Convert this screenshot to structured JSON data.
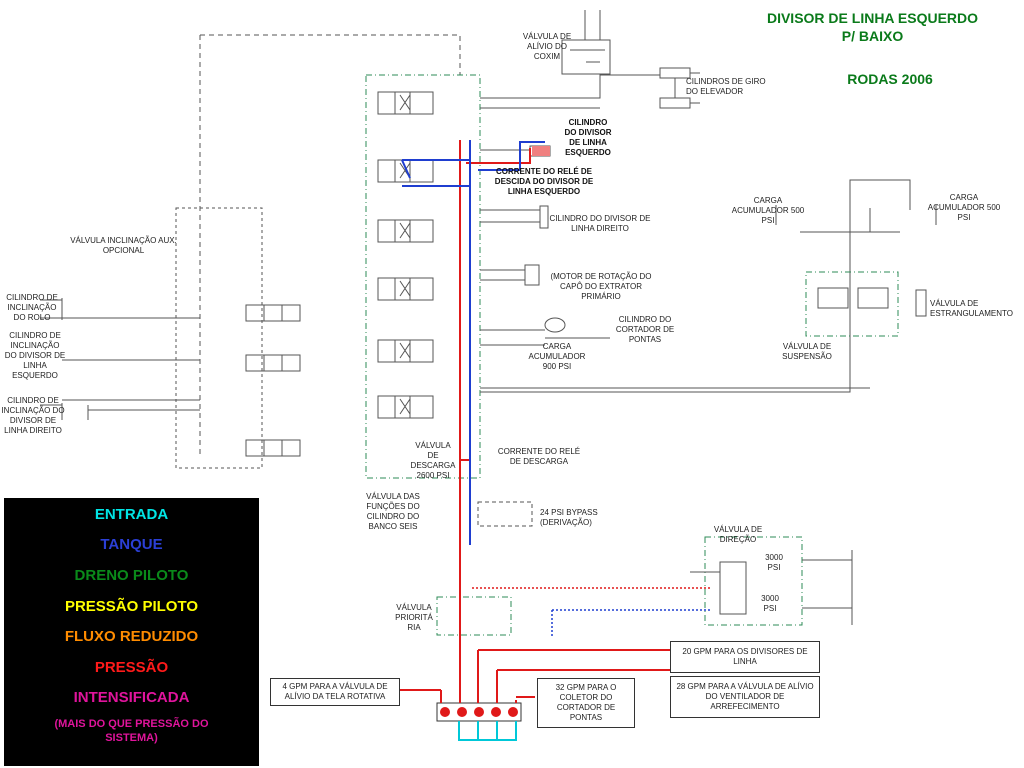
{
  "title": {
    "line1": "DIVISOR DE LINHA ESQUERDO",
    "line2": "P/ BAIXO",
    "line3": "RODAS 2006"
  },
  "labels": {
    "valvula_alivio_coxim": "VÁLVULA DE ALÍVIO DO COXIM",
    "cilindros_giro": "CILINDROS DE GIRO DO ELEVADOR",
    "cilindro_divisor_esquerdo": "CILINDRO DO DIVISOR DE LINHA ESQUERDO",
    "corrente_rele_descida": "CORRENTE DO RELÉ DE DESCIDA DO DIVISOR DE LINHA ESQUERDO",
    "cilindro_divisor_direito": "CILINDRO DO DIVISOR DE LINHA DIREITO",
    "motor_rotacao": "(MOTOR DE ROTAÇÃO DO CAPÔ DO EXTRATOR PRIMÁRIO",
    "cilindro_cortador_pontas": "CILINDRO DO CORTADOR DE PONTAS",
    "carga_acumulador_900": "CARGA ACUMULADOR 900 PSI",
    "carga_acumulador_500_a": "CARGA ACUMULADOR 500 PSI",
    "carga_acumulador_500_b": "CARGA ACUMULADOR 500 PSI",
    "valvula_estrangulamento": "VÁLVULA DE ESTRANGULAMENTO",
    "valvula_suspensao": "VÁLVULA DE SUSPENSÃO",
    "valvula_inclinacao_aux": "VÁLVULA INCLINAÇÃO AUX. OPCIONAL",
    "cilindro_inclinacao_rolo": "CILINDRO DE INCLINAÇÃO DO ROLO",
    "cilindro_inclinacao_esquerdo": "CILINDRO DE INCLINAÇÃO DO DIVISOR DE LINHA ESQUERDO",
    "cilindro_inclinacao_direito": "CILINDRO DE INCLINAÇÃO DO DIVISOR DE LINHA DIREITO",
    "valvula_descarga": "VÁLVULA DE DESCARGA 2600 PSI",
    "corrente_rele_descarga": "CORRENTE DO RELÉ DE DESCARGA",
    "valvula_funcoes": "VÁLVULA DAS FUNÇÕES DO CILINDRO DO BANCO SEIS",
    "bypass": "24 PSI BYPASS (DERIVAÇÃO)",
    "valvula_direcao": "VÁLVULA DE DIREÇÃO",
    "psi_3000_a": "3000 PSI",
    "psi_3000_b": "3000 PSI",
    "valvula_prioritaria": "VÁLVULA PRIORITÁ RIA",
    "gpm_20": "20 GPM PARA OS DIVISORES DE LINHA",
    "gpm_28": "28 GPM PARA A VÁLVULA DE ALÍVIO DO VENTILADOR DE ARREFECIMENTO",
    "gpm_4": "4 GPM PARA A VÁLVULA DE ALÍVIO DA TELA ROTATIVA",
    "gpm_32": "32 GPM PARA O COLETOR DO CORTADOR DE PONTAS"
  },
  "legend": {
    "items": [
      {
        "label": "ENTRADA",
        "color": "#00e5e5"
      },
      {
        "label": "TANQUE",
        "color": "#2b3fd6"
      },
      {
        "label": "DRENO PILOTO",
        "color": "#0a8a1a"
      },
      {
        "label": "PRESSÃO PILOTO",
        "color": "#ffff00"
      },
      {
        "label": "FLUXO REDUZIDO",
        "color": "#ff8c00"
      },
      {
        "label": "PRESSÃO",
        "color": "#ff1a1a"
      },
      {
        "label": "INTENSIFICADA",
        "color": "#e0149c"
      }
    ],
    "note": "(MAIS DO QUE PRESSÃO DO SISTEMA)",
    "note_color": "#e0149c"
  }
}
